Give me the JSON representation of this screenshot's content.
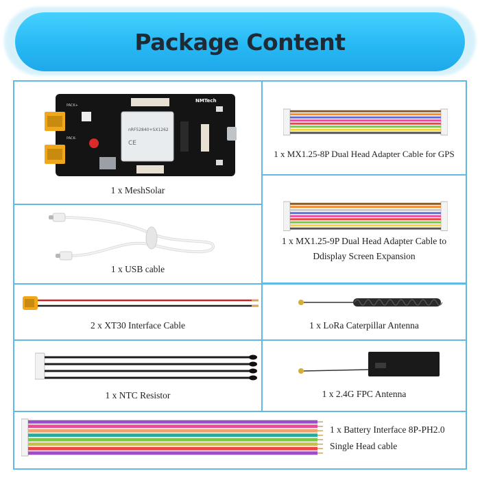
{
  "title": "Package Content",
  "items": {
    "meshsolar": {
      "label": "1 x MeshSolar",
      "brand": "NMTech",
      "chip": "nRF52840+SX1262",
      "port_labels": [
        "PACK+",
        "PACK-"
      ]
    },
    "gps_cable": {
      "label": "1 x MX1.25-8P Dual Head Adapter Cable for GPS"
    },
    "usb_cable": {
      "label": "1 x USB cable"
    },
    "screen_cable": {
      "label_line1": "1 x MX1.25-9P Dual Head Adapter Cable to",
      "label_line2": "Ddisplay Screen Expansion"
    },
    "xt30_cable": {
      "label": "2 x XT30 Interface Cable"
    },
    "lora_antenna": {
      "label": "1 x LoRa Caterpillar Antenna"
    },
    "ntc_resistor": {
      "label": "1 x NTC Resistor"
    },
    "fpc_antenna": {
      "label": "1 x 2.4G FPC Antenna"
    },
    "battery_cable": {
      "label_line1": "1 x Battery Interface 8P-PH2.0",
      "label_line2": "Single Head cable"
    }
  },
  "colors": {
    "border": "#5fb8e6",
    "banner": "#27b9f4",
    "title_text": "#1f2a37",
    "wire_8p": [
      "#8b5a2b",
      "#f28c28",
      "#5b6ed8",
      "#e84a9c",
      "#ee4444",
      "#7ac943",
      "#f2d33c",
      "#555555"
    ],
    "wire_9p": [
      "#8b5a2b",
      "#f28c28",
      "#c9c9c9",
      "#5b6ed8",
      "#e84a9c",
      "#ee4444",
      "#7ac943",
      "#f2d33c",
      "#555555"
    ],
    "wire_battery": [
      "#9b4fc6",
      "#e84a9c",
      "#f2a36b",
      "#2aa8a0",
      "#7ac943",
      "#c9c04a",
      "#ee4444",
      "#9b4fc6"
    ]
  }
}
